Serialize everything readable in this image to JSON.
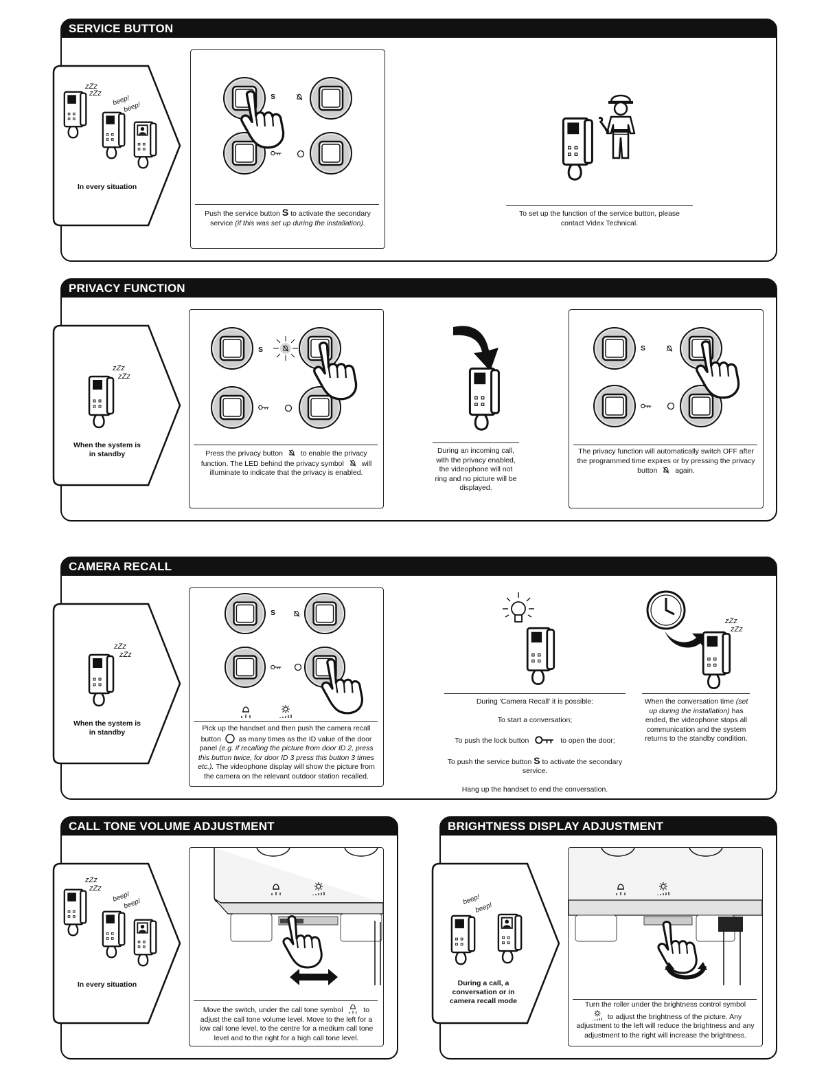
{
  "sections": {
    "service": {
      "title": "SERVICE BUTTON",
      "situation": "In every situation",
      "caption1_a": "Push the service button",
      "caption1_b": "to activate the secondary service",
      "caption1_c": "(if this was set up during the installation).",
      "caption2": "To set up the function of the service button, please contact Videx Technical."
    },
    "privacy": {
      "title": "PRIVACY FUNCTION",
      "situation": "When the system is in standby",
      "caption1_a": "Press the privacy button",
      "caption1_b": "to enable the privacy function. The LED behind the privacy symbol",
      "caption1_c": "will illuminate to indicate that the privacy is enabled.",
      "caption2": "During an incoming call, with the privacy enabled, the videophone will not ring and no picture will be displayed.",
      "caption3_a": "The privacy function will automatically switch OFF after the programmed time expires or by pressing the privacy button",
      "caption3_b": "again."
    },
    "camera": {
      "title": "CAMERA RECALL",
      "situation": "When the system is in standby",
      "caption1_a": "Pick up the handset and then push the camera recall button",
      "caption1_b": "as many times as the ID value of the door panel",
      "caption1_c": "(e.g. if recalling the picture from door ID 2, press this button twice, for door ID 3 press this button 3 times etc.).",
      "caption1_d": "The videophone display will show the picture from the camera on the relevant outdoor station recalled.",
      "caption2_title": "During 'Camera Recall' it is possible:",
      "caption2_l1": "To start a conversation;",
      "caption2_l2a": "To push the lock button",
      "caption2_l2b": "to open the door;",
      "caption2_l3a": "To push the service button",
      "caption2_l3b": "to activate the secondary service.",
      "caption2_l4": "Hang up the handset to end the conversation.",
      "caption3_a": "When the conversation time",
      "caption3_b": "(set up during the installation)",
      "caption3_c": "has ended, the videophone stops all communication and the system returns to the standby condition."
    },
    "calltone": {
      "title": "CALL TONE VOLUME ADJUSTMENT",
      "situation": "In every situation",
      "caption_a": "Move the switch, under the call tone symbol",
      "caption_b": "to adjust the call tone volume level. Move to the left for a low call tone level, to the centre for a medium call tone level and to the right for a high call tone level."
    },
    "brightness": {
      "title": "BRIGHTNESS DISPLAY ADJUSTMENT",
      "situation": "During a call, a conversation or in camera recall mode",
      "caption_a": "Turn the roller under the brightness control symbol",
      "caption_b": "to adjust the brightness of the picture. Any adjustment to the left will reduce the brightness and any adjustment to the right will increase the brightness."
    }
  },
  "labels": {
    "s": "S",
    "zzz": "zZz",
    "beep": "beep!"
  },
  "icons": [
    "videophone-icon",
    "finger-press-icon",
    "privacy-bell-icon",
    "key-icon",
    "service-s-icon",
    "technician-icon",
    "arrow-down-icon",
    "bulb-icon",
    "clock-icon",
    "double-arrow-icon",
    "rotate-arrow-icon",
    "speaker-icon",
    "sun-icon"
  ]
}
